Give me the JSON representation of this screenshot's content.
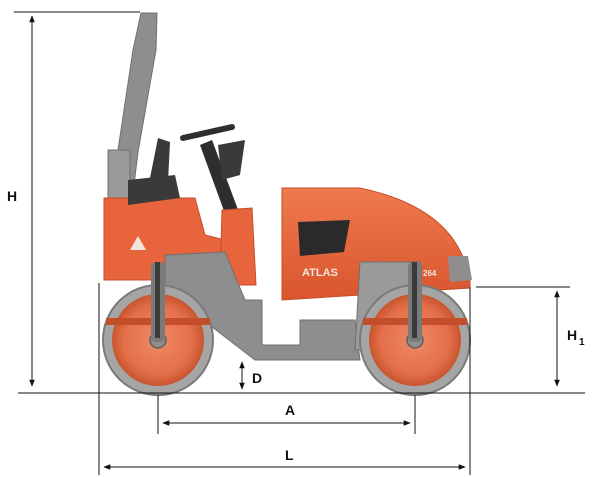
{
  "diagram": {
    "brand_text": "ATLAS",
    "model_text": "264",
    "colors": {
      "body": "#E8643C",
      "body_dark": "#C44E2A",
      "frame": "#8E8E8E",
      "frame_dark": "#6F6F6F",
      "seat": "#3A3A3A",
      "drum_outer": "#A5A5A5",
      "drum_face": "#E36F4A",
      "line": "#111111",
      "brand_text_color": "#F2E6DE"
    },
    "dimensions": {
      "H": "H",
      "H1": "H",
      "H1_sub": "1",
      "D": "D",
      "A": "A",
      "L": "L"
    }
  }
}
